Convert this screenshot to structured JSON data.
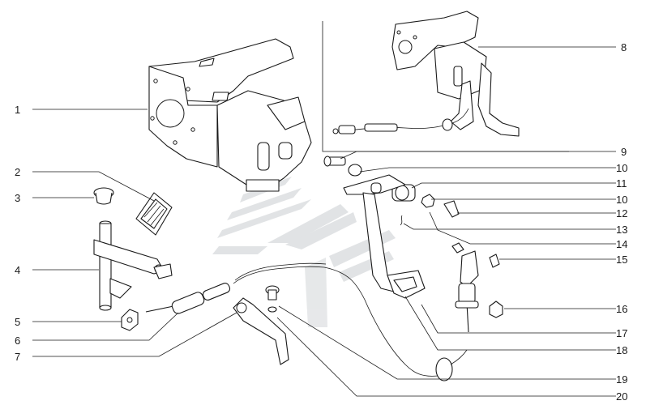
{
  "diagram": {
    "callouts": [
      {
        "id": "1",
        "label": "1"
      },
      {
        "id": "2",
        "label": "2"
      },
      {
        "id": "3",
        "label": "3"
      },
      {
        "id": "4",
        "label": "4"
      },
      {
        "id": "5",
        "label": "5"
      },
      {
        "id": "6",
        "label": "6"
      },
      {
        "id": "7",
        "label": "7"
      },
      {
        "id": "8",
        "label": "8"
      },
      {
        "id": "9",
        "label": "9"
      },
      {
        "id": "10a",
        "label": "10"
      },
      {
        "id": "11",
        "label": "11"
      },
      {
        "id": "10b",
        "label": "10"
      },
      {
        "id": "12",
        "label": "12"
      },
      {
        "id": "13",
        "label": "13"
      },
      {
        "id": "14",
        "label": "14"
      },
      {
        "id": "15",
        "label": "15"
      },
      {
        "id": "16",
        "label": "16"
      },
      {
        "id": "17",
        "label": "17"
      },
      {
        "id": "18",
        "label": "18"
      },
      {
        "id": "19",
        "label": "19"
      },
      {
        "id": "20",
        "label": "20"
      }
    ],
    "colors": {
      "line": "#1a1a1a",
      "watermark": "#c9cdd0",
      "background": "#ffffff"
    },
    "watermark_icon": "stylized-stripes-logo"
  }
}
